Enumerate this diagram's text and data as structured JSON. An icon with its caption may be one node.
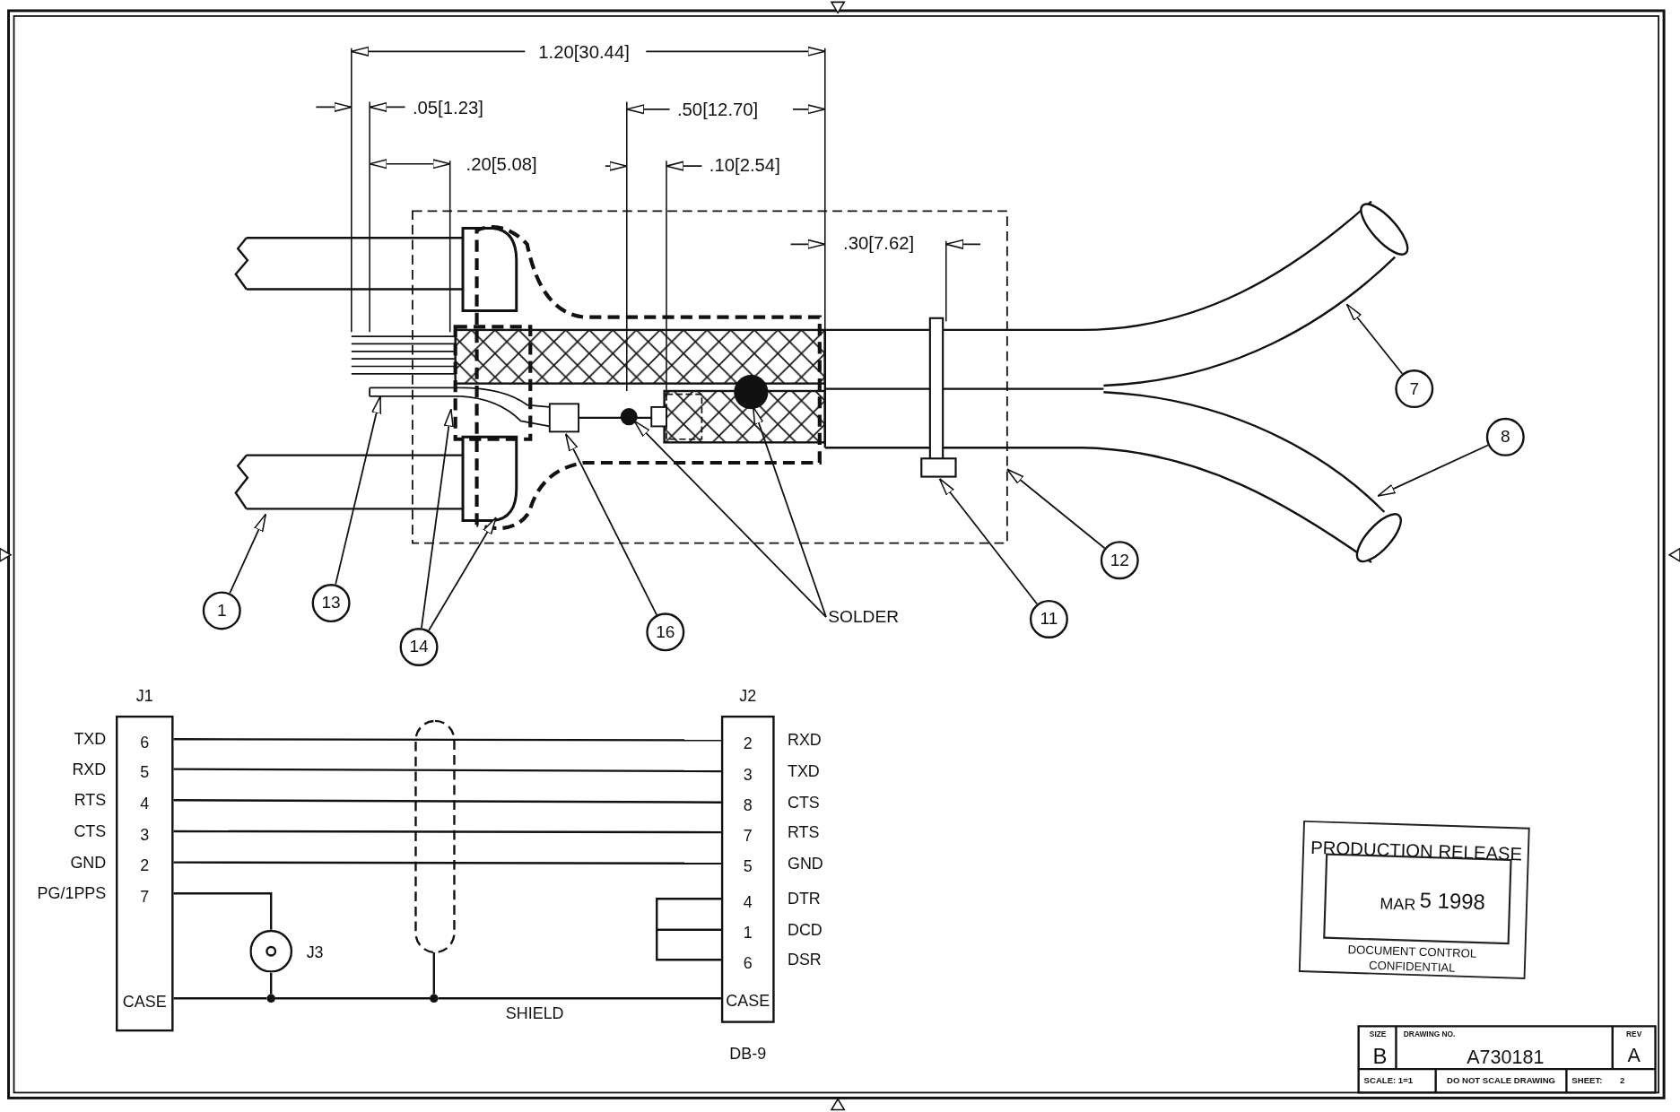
{
  "diagram": {
    "nodes": [
      {
        "text": [
          "1"
        ]
      },
      {
        "text": [
          "13"
        ]
      },
      {
        "text": [
          "14"
        ]
      },
      {
        "text": [
          "16"
        ]
      },
      {
        "text": [
          "SOLDER"
        ]
      },
      {
        "text": [
          "11"
        ]
      },
      {
        "text": [
          "12"
        ]
      },
      {
        "text": [
          "7"
        ]
      },
      {
        "text": [
          "8"
        ]
      },
      {
        "text": [
          "J1"
        ]
      },
      {
        "text": [
          "6"
        ],
        "in": 9,
        "beside": [
          "TXD"
        ]
      },
      {
        "text": [
          "5"
        ],
        "in": 9,
        "beside": [
          "RXD"
        ]
      },
      {
        "text": [
          "4"
        ],
        "in": 9,
        "beside": [
          "RTS"
        ]
      },
      {
        "text": [
          "3"
        ],
        "in": 9,
        "beside": [
          "CTS"
        ]
      },
      {
        "text": [
          "2"
        ],
        "in": 9,
        "beside": [
          "GND"
        ]
      },
      {
        "text": [
          "7"
        ],
        "in": 9,
        "beside": [
          "PG/1PPS"
        ]
      },
      {
        "text": [
          "CASE"
        ],
        "in": 9
      },
      {
        "text": [
          "J2"
        ]
      },
      {
        "text": [
          "2"
        ],
        "in": 17,
        "beside": [
          "RXD"
        ]
      },
      {
        "text": [
          "3"
        ],
        "in": 17,
        "beside": [
          "TXD"
        ]
      },
      {
        "text": [
          "8"
        ],
        "in": 17,
        "beside": [
          "CTS"
        ]
      },
      {
        "text": [
          "7"
        ],
        "in": 17,
        "beside": [
          "RTS"
        ]
      },
      {
        "text": [
          "5"
        ],
        "in": 17,
        "beside": [
          "GND"
        ]
      },
      {
        "text": [
          "4"
        ],
        "in": 17,
        "beside": [
          "DTR"
        ]
      },
      {
        "text": [
          "1"
        ],
        "in": 17,
        "beside": [
          "DCD"
        ]
      },
      {
        "text": [
          "6"
        ],
        "in": 17,
        "beside": [
          "DSR"
        ]
      },
      {
        "text": [
          "CASE"
        ],
        "in": 17
      },
      {
        "text": [
          "J3"
        ]
      },
      {
        "text": [],
        "shape": "circle"
      },
      {
        "text": [],
        "shape": "circle"
      }
    ],
    "edges": [
      {
        "from": 0,
        "to": null,
        "arrow": "to"
      },
      {
        "from": 1,
        "to": null,
        "arrow": "to"
      },
      {
        "from": 2,
        "to": null,
        "arrow": "to"
      },
      {
        "from": 2,
        "to": null,
        "arrow": "to"
      },
      {
        "from": 3,
        "to": null,
        "arrow": "to"
      },
      {
        "from": 4,
        "to": null,
        "arrow": "to"
      },
      {
        "from": 4,
        "to": null,
        "arrow": "to"
      },
      {
        "from": 5,
        "to": null,
        "arrow": "to"
      },
      {
        "from": 6,
        "to": null,
        "arrow": "to"
      },
      {
        "from": 7,
        "to": null,
        "arrow": "to"
      },
      {
        "from": 8,
        "to": null,
        "arrow": "to"
      },
      {
        "from": 10,
        "to": 18,
        "arrow": "none"
      },
      {
        "from": 11,
        "to": 19,
        "arrow": "none"
      },
      {
        "from": 12,
        "to": 20,
        "arrow": "none"
      },
      {
        "from": 13,
        "to": 21,
        "arrow": "none"
      },
      {
        "from": 14,
        "to": 22,
        "arrow": "none"
      },
      {
        "from": 15,
        "to": 27,
        "arrow": "none"
      },
      {
        "from": 23,
        "to": 24,
        "arrow": "none"
      },
      {
        "from": 24,
        "to": 25,
        "arrow": "none"
      },
      {
        "from": 16,
        "to": 28,
        "arrow": "none"
      },
      {
        "from": 27,
        "to": 28,
        "arrow": "none"
      },
      {
        "from": 28,
        "to": 29,
        "arrow": "none"
      },
      {
        "from": 29,
        "to": 26,
        "arrow": "none",
        "label": "SHIELD"
      }
    ],
    "labels": [
      "1.20[30.44]",
      ".05[1.23]",
      ".50[12.70]",
      ".20[5.08]",
      ".10[2.54]",
      ".30[7.62]",
      "DB-9",
      "PRODUCTION RELEASE",
      "MAR",
      "5 1998",
      "DOCUMENT CONTROL",
      "CONFIDENTIAL",
      "SIZE",
      "DRAWING NO.",
      "REV",
      "B",
      "A730181",
      "A",
      "SCALE: 1=1",
      "DO NOT SCALE DRAWING",
      "SHEET:",
      "2"
    ]
  }
}
